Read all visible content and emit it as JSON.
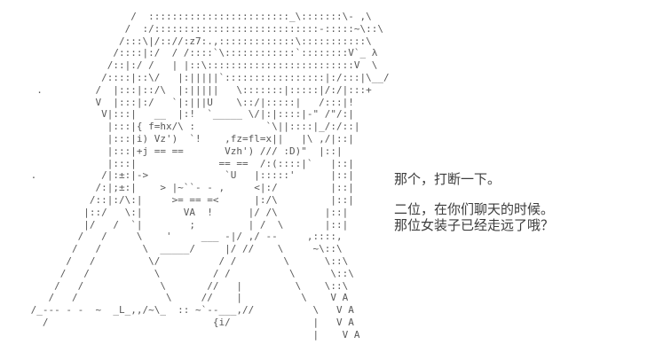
{
  "colors": {
    "background": "#ffffff",
    "art_color": "#585858",
    "text_color": "#3c3c3c"
  },
  "ascii_art": {
    "subject": "long-haired-character-sitting",
    "lines": [
      "                  /  ::::::::::::::::::::::::_\\:::::::\\- ,\\",
      "                 /  :/::::::::::::::::::::::::::::-:::::~\\::\\",
      "                /:::\\|/:://:z7:.,:::::::::::::\\:::::::::::\\",
      "               /::::|:/  / /::::`\\::::::::::::`::::::::V`_ λ",
      "              /::|:/ /   | |::\\:::::::::::::::::::::::::V  \\",
      "             /::::|::\\/   |:|||||`:::::::::::::::::|:/:::|\\__/",
      "  .         /  |:::|::/\\  |:|||||   \\:::::::|:::::|/:/|:::+",
      "            V  |:::|:/   `|:|||U    \\::/|:::::|   /:::|!",
      "             V|:::|   __  |:!  `_____ \\/|:|::::|-\" /\"/:|",
      "              |:::|{ f=hx/\\ :            `\\||::::|_/:/::|",
      "              |:::|i) Vz')  `!    ,fz=fl=x||   |\\ ,/|::|",
      "              |:::|+j == ==       Vzh') /// :D)\"  |::|",
      "              |:::|              == ==  /:(::::|`   |::|",
      " .           /|:±:|->             `U   |:::::'      |::|",
      "            /:|;±:|    > |~``- - ,     <|:/         |::|",
      "           /::|:/\\:|     >= == =<      |:/\\         |::|",
      "          |::/   \\:|       VA  !      |/ /\\        |::|",
      "          |/   /  `|        ;         | /  \\       |::|",
      "         /   /     \\    '     ___ -|/ ,/ --     ,::::,",
      "        /   /       \\  _____/     |/ //    \\     ~\\::\\",
      "       /   /         \\/          / /        \\      \\::\\",
      "      /   /           \\         / /          \\      \\::\\",
      "     /   /             \\       //   |         \\    \\::\\",
      "    /   /               \\     //    |          \\    V A",
      " /_--- - -  ~  _L_,,/~\\_  :: ~`--___,//          \\   V A",
      "   /                            {i/              |   V A",
      "                                                 |    V A"
    ]
  },
  "dialogue": {
    "line1": "那个，打断一下。",
    "line2": "二位，在你们聊天的时候。",
    "line3": "那位女装子已经走远了哦？"
  }
}
